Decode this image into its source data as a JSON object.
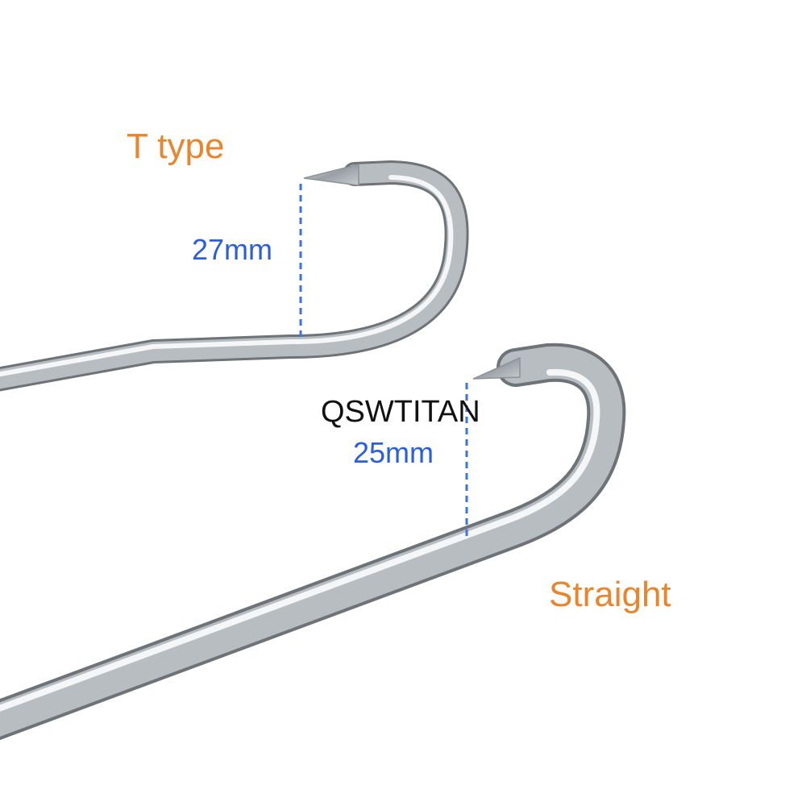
{
  "labels": {
    "t_type": "T type",
    "straight": "Straight",
    "t_type_height": "27mm",
    "straight_height": "25mm",
    "brand": "QSWTITAN"
  },
  "colors": {
    "type_label": "#e8852d",
    "dimension_label": "#2b5fd9",
    "dimension_line": "#3b73e6",
    "steel_dark": "#6e7378",
    "steel_mid": "#b8bdc2",
    "steel_light": "#f4f6f7",
    "background": "#ffffff"
  }
}
